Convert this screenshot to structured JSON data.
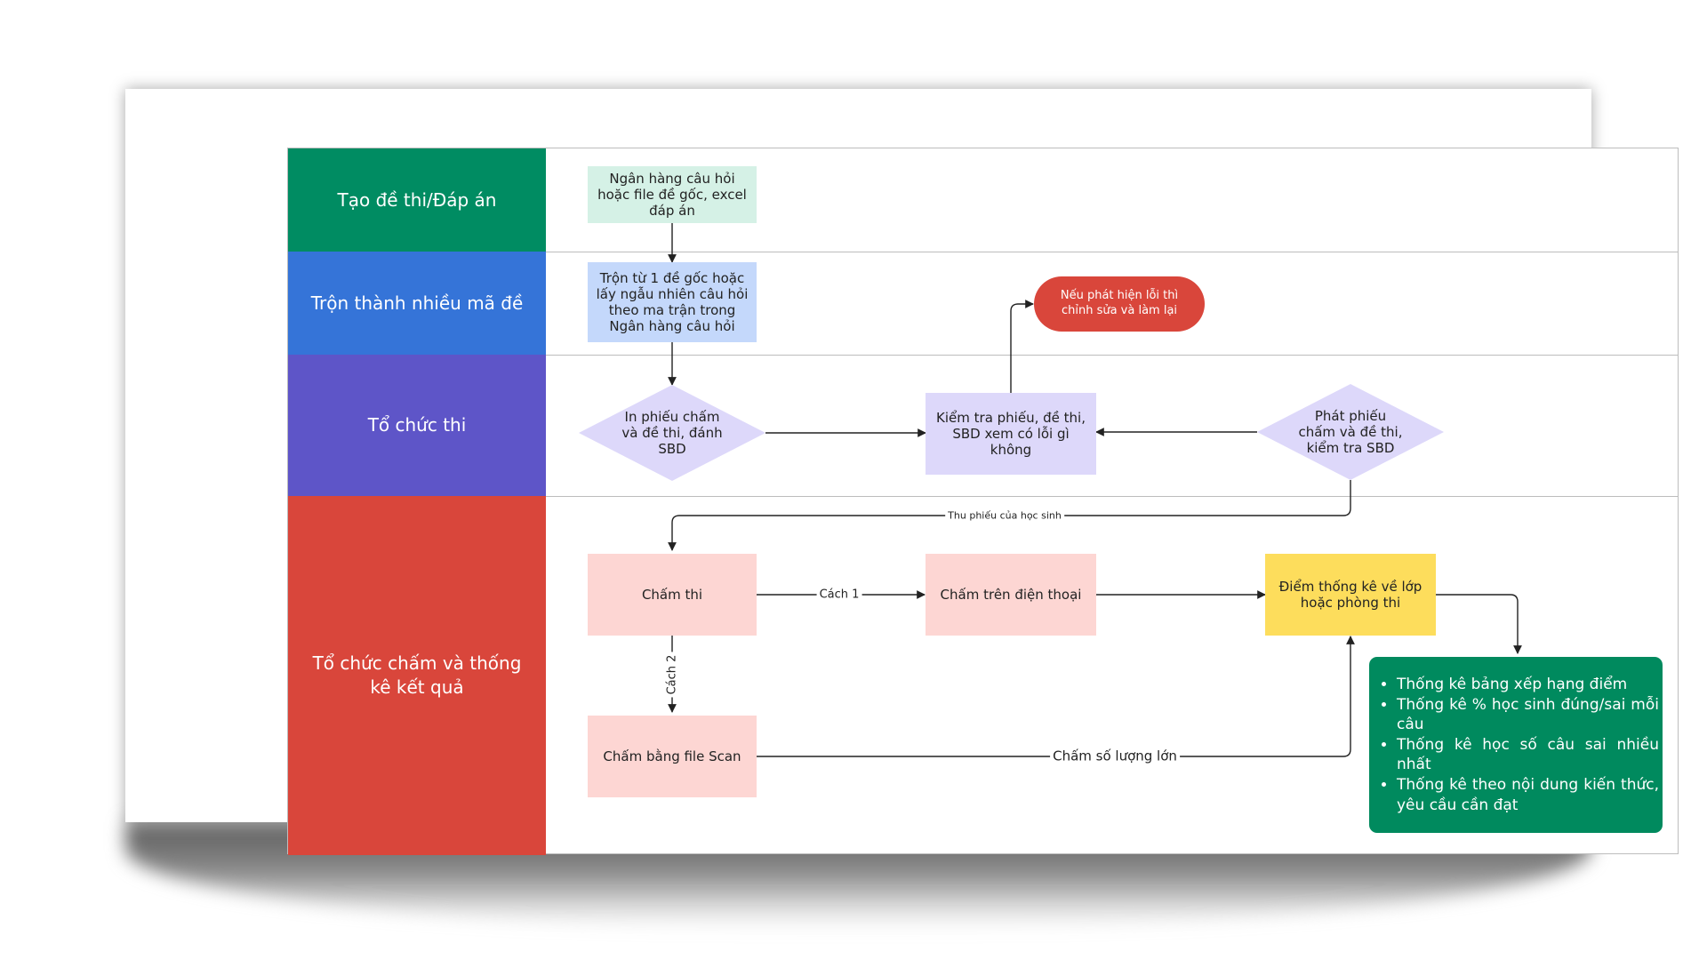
{
  "lanes": [
    {
      "label": "Tạo đề thi/Đáp án",
      "color": "#008c62"
    },
    {
      "label": "Trộn thành nhiều mã đề",
      "color": "#3574d8"
    },
    {
      "label": "Tổ chức thi",
      "color": "#5e55c8"
    },
    {
      "label": "Tổ chức chấm và thống kê kết quả",
      "color": "#d9463b"
    }
  ],
  "nodes": {
    "bank": "Ngân hàng câu hỏi hoặc file đề gốc, excel đáp án",
    "shuffle": "Trộn từ 1 đề gốc hoặc lấy ngẫu nhiên câu hỏi theo ma trận trong Ngân hàng câu hỏi",
    "print": "In phiếu chấm và đề thi, đánh SBD",
    "check": "Kiểm tra phiếu, đề thi, SBD xem có lỗi gì không",
    "error": "Nếu phát hiện lỗi thì chỉnh sửa và làm lại",
    "distribute": "Phát phiếu chấm và đề thi, kiểm tra SBD",
    "grade": "Chấm thi",
    "phone": "Chấm trên điện thoại",
    "scan": "Chấm bằng file Scan",
    "scores": "Điểm thống kê về lớp hoặc phòng thi"
  },
  "edge_labels": {
    "collect": "Thu phiếu của học sinh",
    "method1": "Cách 1",
    "method2": "Cách 2",
    "bulk": "Chấm số lượng lớn"
  },
  "stats": [
    "Thống kê bảng xếp hạng điểm",
    "Thống kê % học sinh đúng/sai mỗi câu",
    "Thống kê học số câu sai nhiều nhất",
    "Thống kê theo nội dung kiến thức, yêu cầu cần đạt"
  ],
  "colors": {
    "bank_fill": "#d5f1e6",
    "shuffle_fill": "#c4d8fb",
    "decision_fill": "#ddd8fa",
    "error_fill": "#d9463b",
    "grade_fill": "#fdd6d3",
    "scores_fill": "#fddd5c",
    "stats_fill": "#008a5e"
  }
}
